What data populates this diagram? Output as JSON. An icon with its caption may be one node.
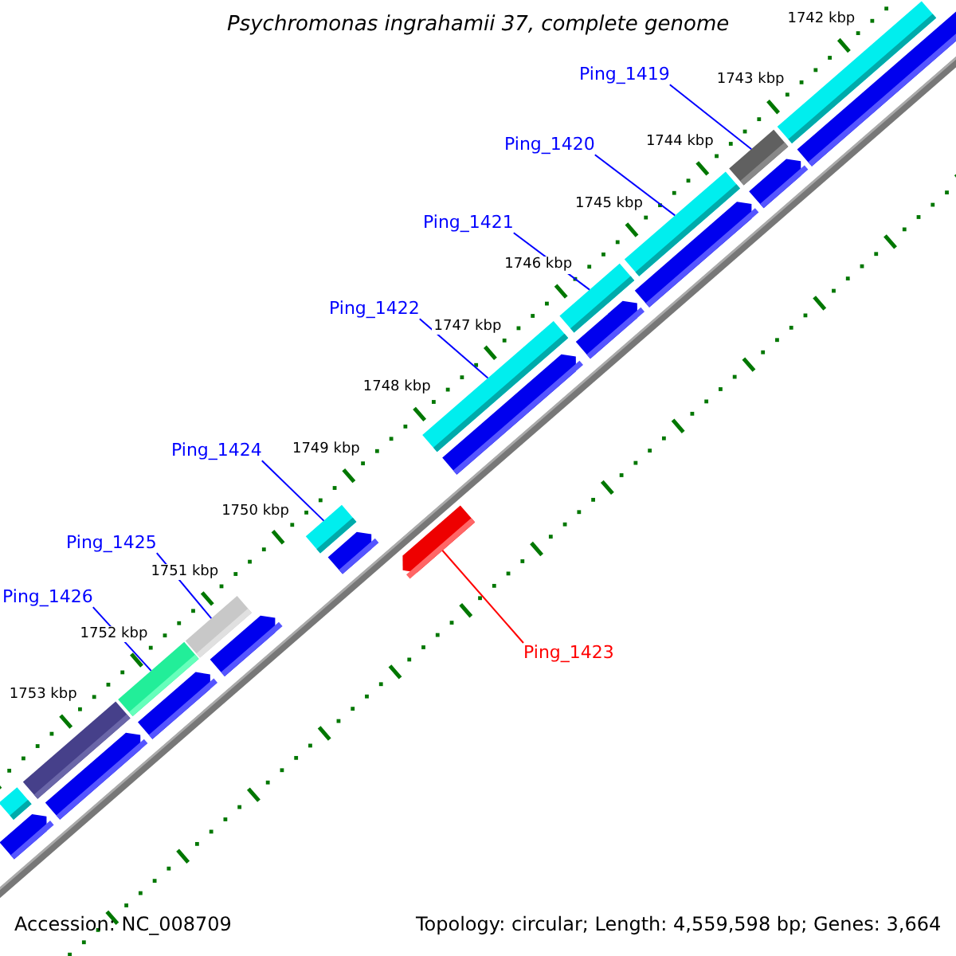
{
  "diagram": {
    "title": "Psychromonas ingrahamii 37, complete genome",
    "nodes": [
      {
        "text": [
          "Ping_1419"
        ]
      },
      {
        "text": [
          "Ping_1420"
        ]
      },
      {
        "text": [
          "Ping_1421"
        ]
      },
      {
        "text": [
          "Ping_1422"
        ]
      },
      {
        "text": [
          "Ping_1424"
        ]
      },
      {
        "text": [
          "Ping_1425"
        ]
      },
      {
        "text": [
          "Ping_1426"
        ]
      },
      {
        "text": [
          "Ping_1423"
        ]
      },
      {
        "text": [],
        "shape": "bar"
      },
      {
        "text": [],
        "shape": "arrow"
      },
      {
        "text": [],
        "shape": "bar"
      },
      {
        "text": [],
        "shape": "arrow"
      },
      {
        "text": [],
        "shape": "bar"
      },
      {
        "text": [],
        "shape": "arrow"
      },
      {
        "text": [],
        "shape": "bar"
      },
      {
        "text": [],
        "shape": "arrow"
      },
      {
        "text": [],
        "shape": "bar"
      },
      {
        "text": [],
        "shape": "arrow"
      },
      {
        "text": [],
        "shape": "arrow"
      },
      {
        "text": [],
        "shape": "bar"
      },
      {
        "text": [],
        "shape": "arrow"
      },
      {
        "text": [],
        "shape": "bar"
      },
      {
        "text": [],
        "shape": "arrow"
      },
      {
        "text": [],
        "shape": "bar"
      },
      {
        "text": [],
        "shape": "arrow"
      },
      {
        "text": [],
        "shape": "bar"
      },
      {
        "text": [],
        "shape": "arrow"
      },
      {
        "text": [],
        "shape": "bar"
      },
      {
        "text": [],
        "shape": "arrow"
      }
    ],
    "edges": [
      {
        "from": 0,
        "to": 25,
        "arrow": "none"
      },
      {
        "from": 1,
        "to": 23,
        "arrow": "none"
      },
      {
        "from": 2,
        "to": 21,
        "arrow": "none"
      },
      {
        "from": 3,
        "to": 19,
        "arrow": "none"
      },
      {
        "from": 4,
        "to": 16,
        "arrow": "none"
      },
      {
        "from": 5,
        "to": 14,
        "arrow": "none"
      },
      {
        "from": 6,
        "to": 12,
        "arrow": "none"
      },
      {
        "from": 7,
        "to": 18,
        "arrow": "none",
        "color": "#ff0000"
      }
    ],
    "labels": [
      "1742 kbp",
      "1743 kbp",
      "1744 kbp",
      "1745 kbp",
      "1746 kbp",
      "1747 kbp",
      "1748 kbp",
      "1749 kbp",
      "1750 kbp",
      "1751 kbp",
      "1752 kbp",
      "1753 kbp",
      "Accession: NC_008709",
      "Topology: circular; Length: 4,559,598 bp; Genes: 3,664"
    ]
  }
}
